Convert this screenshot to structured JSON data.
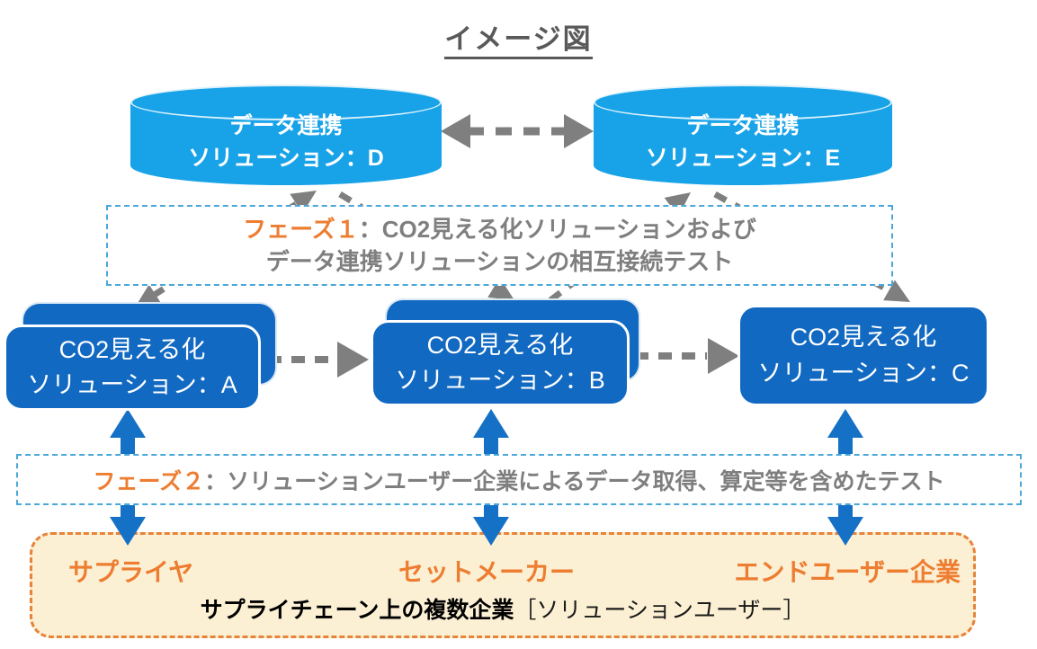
{
  "title": "イメージ図",
  "colors": {
    "cylinder_blue": "#18A3E8",
    "solution_box_blue": "#1169C2",
    "vertical_arrow_blue": "#1571C6",
    "dashed_arrow_gray": "#7F7F7F",
    "accent_orange": "#ED7D31",
    "phase_border_blue": "#4AA7DA",
    "bottom_box_fill": "#FCF0D4",
    "phase_text_gray": "#7F7F7F",
    "title_gray": "#595959"
  },
  "cylinders": [
    {
      "line1": "データ連携",
      "line2": "ソリューション：D"
    },
    {
      "line1": "データ連携",
      "line2": "ソリューション：E"
    }
  ],
  "phase1": {
    "label": "フェーズ１",
    "line1_rest": "：CO2見える化ソリューションおよび",
    "line2": "データ連携ソリューションの相互接続テスト"
  },
  "solutions": [
    {
      "line1": "CO2見える化",
      "line2": "ソリューション：A"
    },
    {
      "line1": "CO2見える化",
      "line2": "ソリューション：B"
    },
    {
      "line1": "CO2見える化",
      "line2": "ソリューション：C"
    }
  ],
  "phase2": {
    "label": "フェーズ２",
    "rest": "：ソリューションユーザー企業によるデータ取得、算定等を含めたテスト"
  },
  "bottom": {
    "roles": [
      "サプライヤ",
      "セットメーカー",
      "エンドユーザー企業"
    ],
    "caption_bold": "サプライチェーン上の複数企業",
    "caption_light": "［ソリューションユーザー］"
  }
}
